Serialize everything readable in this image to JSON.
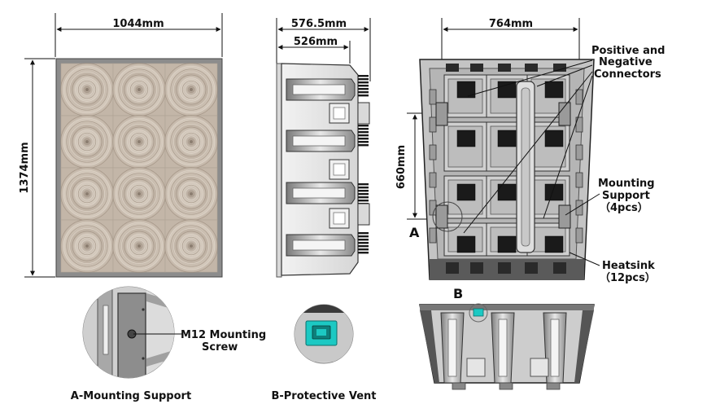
{
  "dimensions": {
    "front_width": "1044mm",
    "front_height": "1374mm",
    "side_depth_total": "576.5mm",
    "side_depth_body": "526mm",
    "back_width": "764mm",
    "back_height": "660mm"
  },
  "callouts": {
    "connectors_line1": "Positive and",
    "connectors_line2": "Negative",
    "connectors_line3": "Connectors",
    "mounting_line1": "Mounting",
    "mounting_line2": "Support",
    "mounting_line3": "（4pcs）",
    "heatsink_line1": "Heatsink",
    "heatsink_line2": "（12pcs）",
    "marker_a": "A",
    "marker_b": "B"
  },
  "details": {
    "screw_line1": "M12 Mounting",
    "screw_line2": "Screw",
    "caption_a": "A-Mounting Support",
    "caption_b": "B-Protective Vent"
  },
  "colors": {
    "panel_fill": "#c9bcae",
    "frame": "#6a6a6a",
    "body_gray": "#bdbdbd",
    "dark": "#1a1a1a",
    "vent_green": "#1cc9c3"
  }
}
